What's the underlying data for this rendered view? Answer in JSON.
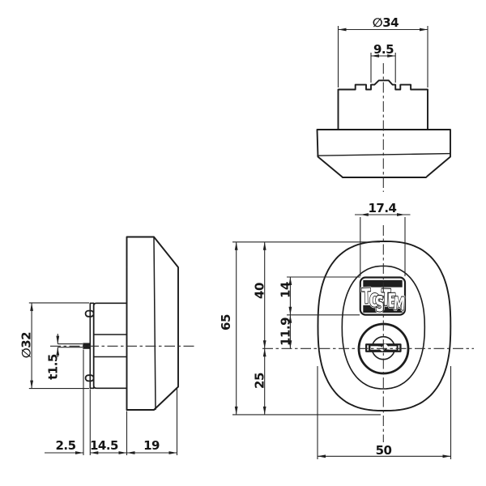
{
  "drawing_type": "technical drawing - lock cylinder escutcheon, three orthographic views",
  "colors": {
    "ink": "#1c1c1c",
    "background": "#ffffff"
  },
  "views": {
    "top": {
      "dims": {
        "diameter": "∅34",
        "boss_width": "9.5"
      }
    },
    "side": {
      "dims": {
        "plate_diameter": "∅32",
        "plate_thickness": "t1.5",
        "tailpiece_offset": "2.5",
        "housing_depth": "14.5",
        "body_depth": "19"
      }
    },
    "front": {
      "logo": {
        "text": "TOSTEM",
        "letters": [
          "T",
          "O",
          "S",
          "T",
          "E",
          "M"
        ]
      },
      "dims": {
        "logo_width": "17.4",
        "total_height": "65",
        "top_to_center": "40",
        "logo_height": "14",
        "logo_to_center": "11.9",
        "center_to_bottom": "25",
        "total_width": "50"
      }
    }
  }
}
